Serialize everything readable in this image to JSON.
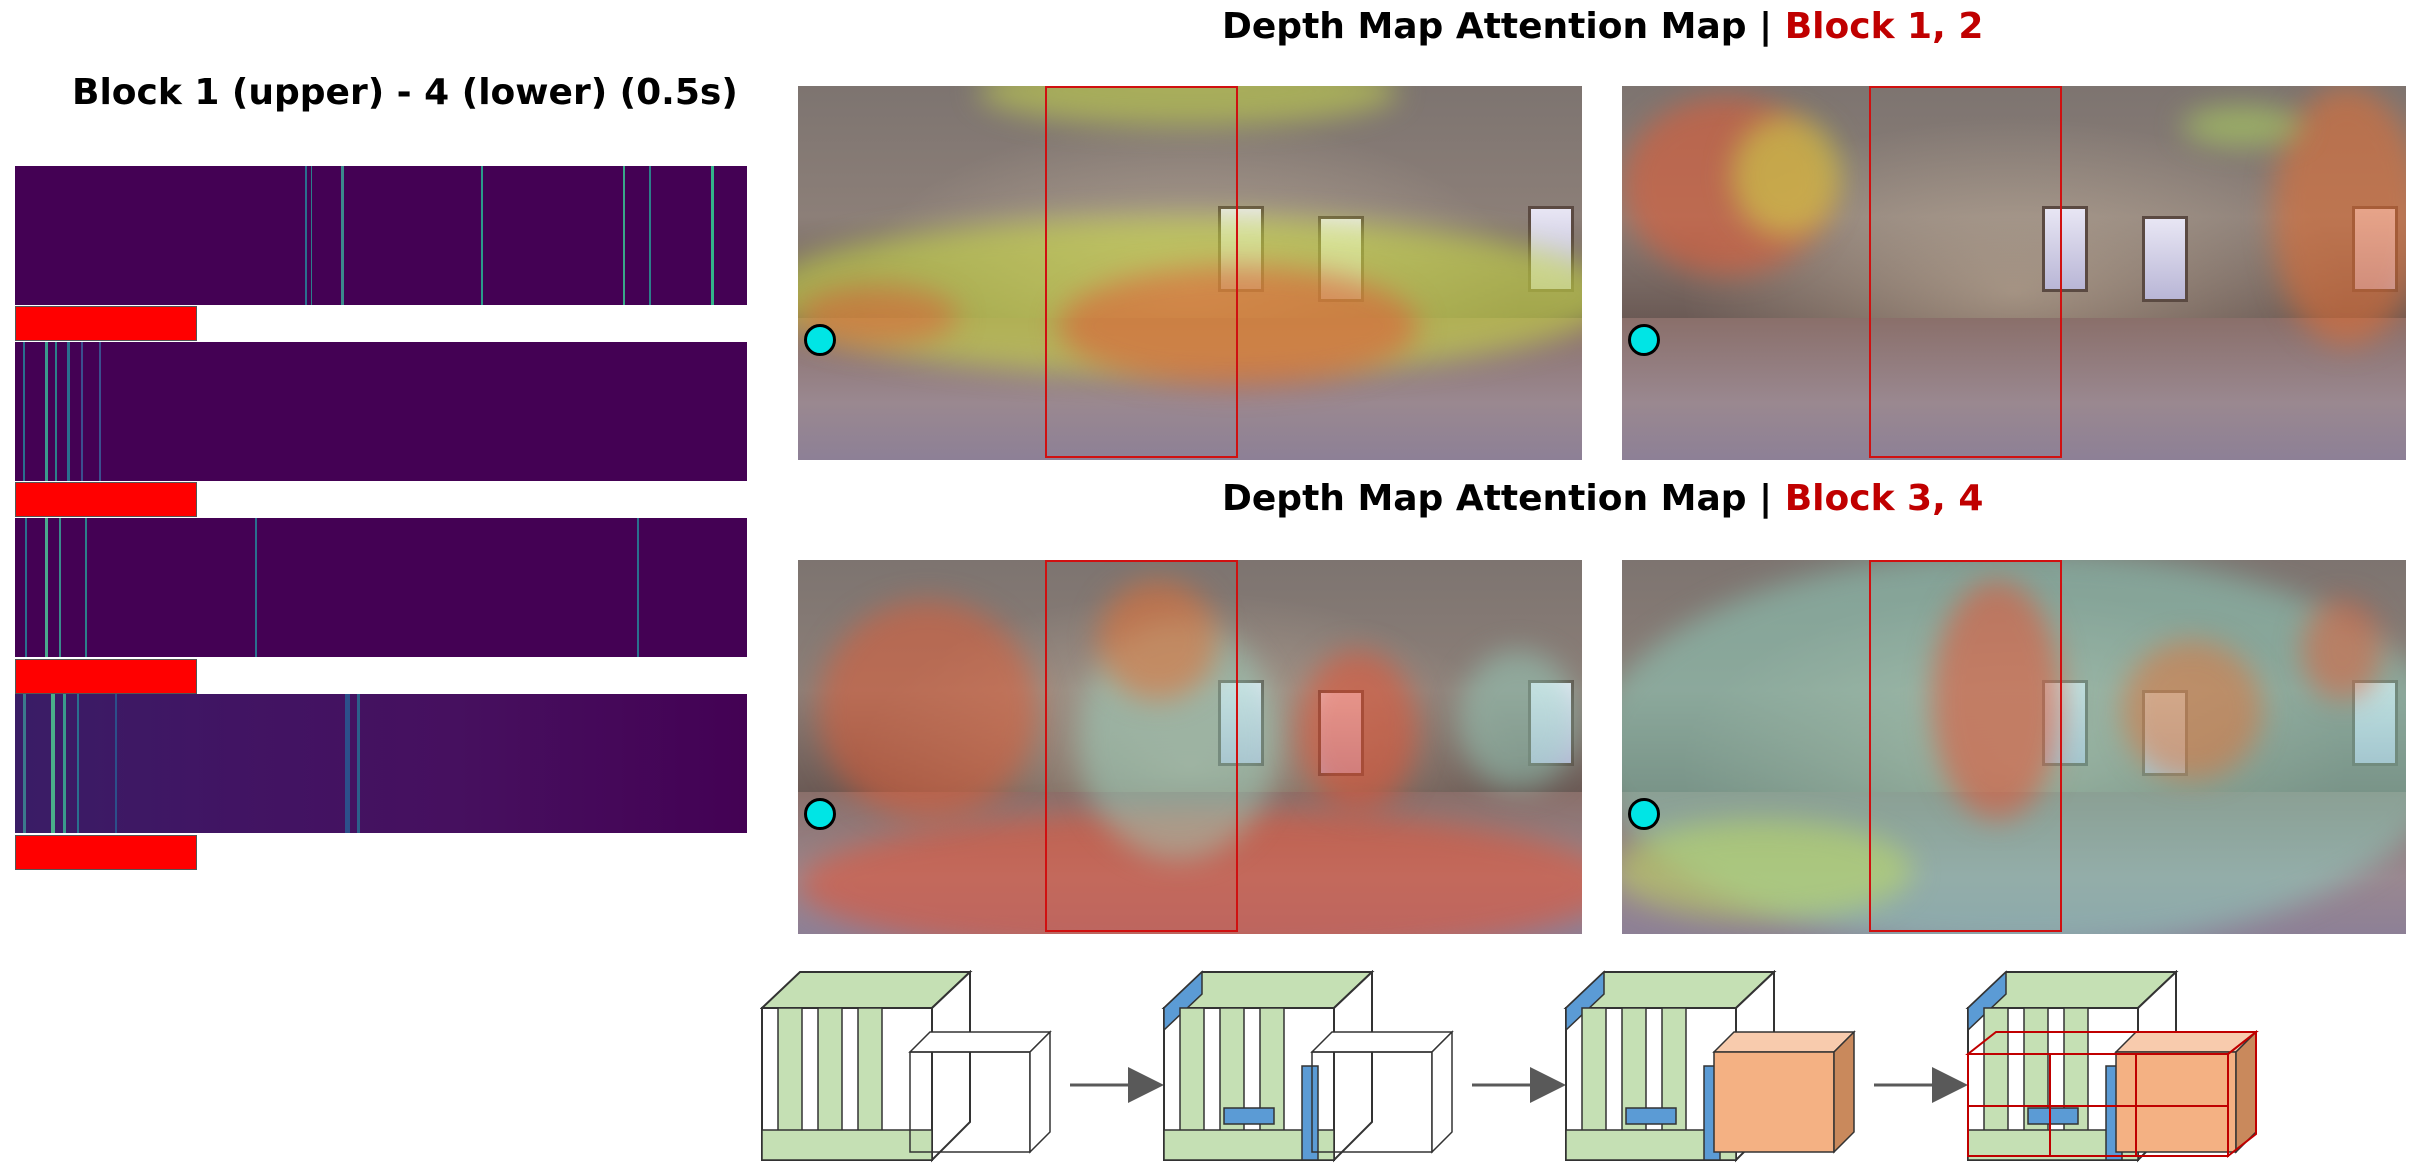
{
  "left": {
    "title": "Block 1 (upper) - 4 (lower) (0.5s)"
  },
  "top_header": {
    "prefix": "Depth Map Attention Map | ",
    "accent": "Block 1, 2"
  },
  "mid_header": {
    "prefix": "Depth Map Attention Map | ",
    "accent": "Block 3, 4"
  },
  "colors": {
    "accent": "#c00000",
    "heat_background": "#440154",
    "tab": "#ff0000",
    "marker": "#00e5e5",
    "cube_face": "#c5e0b4",
    "cube_highlight": "#5b9bd5",
    "cube_filled": "#f4b183",
    "arrow": "#595959"
  }
}
